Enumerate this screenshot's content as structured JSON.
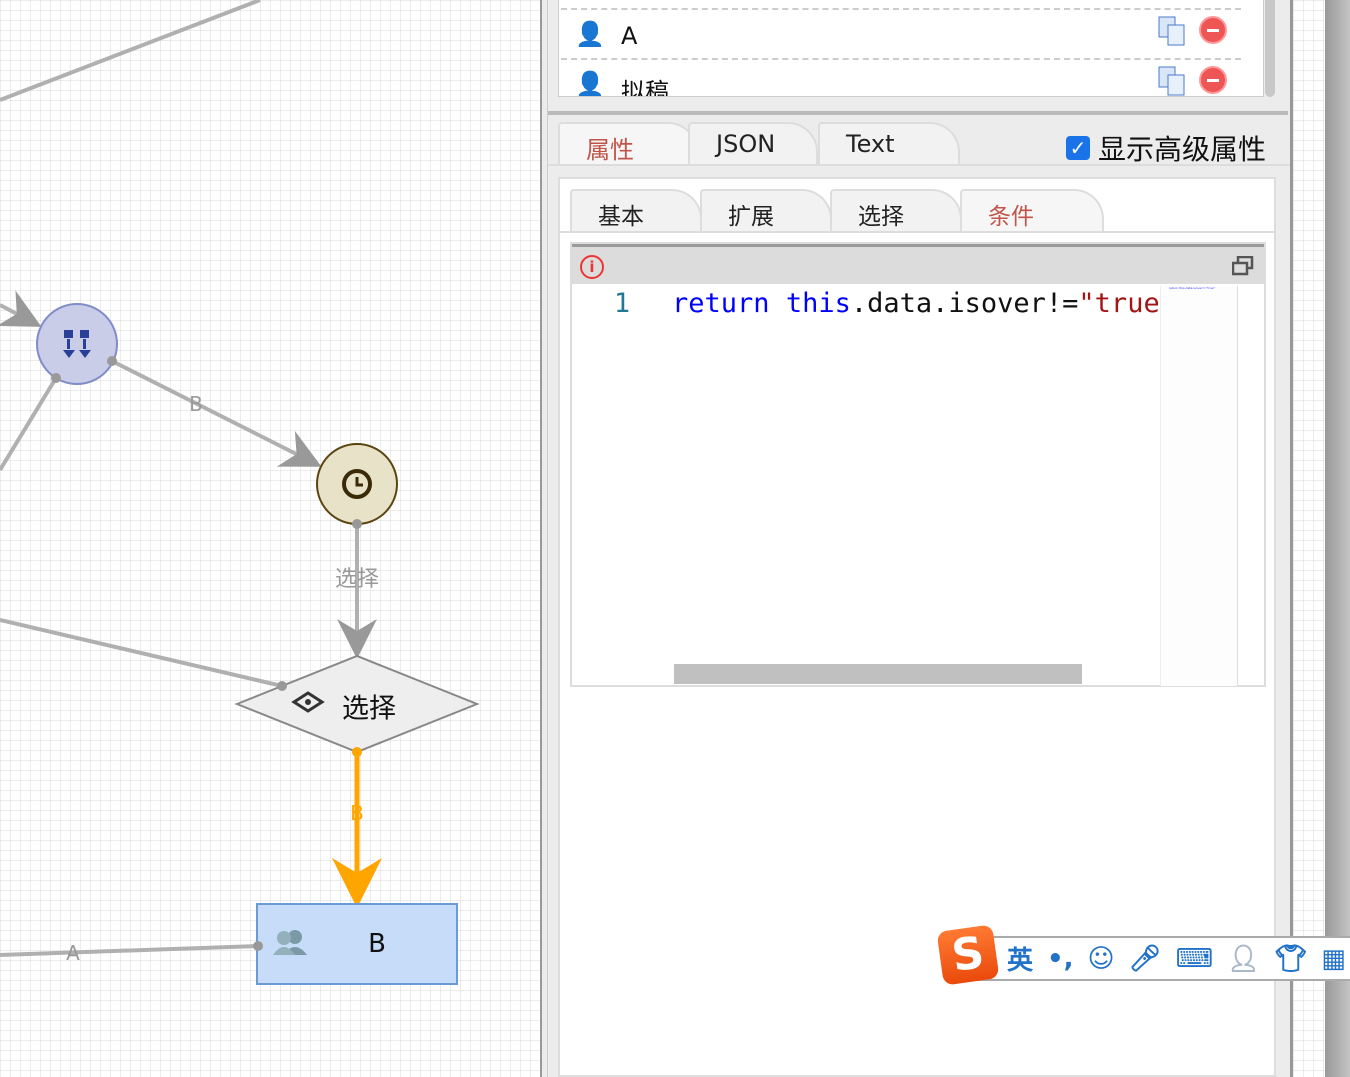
{
  "canvas": {
    "edge_labels": {
      "b1": "B",
      "sel": "选择",
      "b2": "B",
      "a": "A"
    },
    "nodes": {
      "decision_label": "选择",
      "task_label": "B"
    },
    "colors": {
      "active_edge": "#ffa500",
      "edge": "#b0b0b0"
    }
  },
  "list": {
    "items": [
      {
        "label": "A"
      },
      {
        "label": "拟稿"
      }
    ]
  },
  "tabs": [
    {
      "label": "属性",
      "active": true
    },
    {
      "label": "JSON"
    },
    {
      "label": "Text"
    }
  ],
  "show_advanced": {
    "label": "显示高级属性",
    "checked": true,
    "mark": "✓"
  },
  "subtabs": [
    {
      "label": "基本"
    },
    {
      "label": "扩展"
    },
    {
      "label": "选择"
    },
    {
      "label": "条件",
      "active": true
    }
  ],
  "editor": {
    "line_number": "1",
    "tokens": {
      "k1": "return",
      "k2": "this",
      "p1": ".data.isover!=",
      "s1": "\"true\""
    },
    "info": "i",
    "minimap": "return this.data.isover!=\"true\""
  },
  "ime": {
    "logo": "S",
    "mode": "英",
    "punct": "•,",
    "items": [
      "emoji-icon",
      "mic-icon",
      "keyboard-icon",
      "user-icon",
      "skin-icon",
      "menu-icon"
    ]
  }
}
